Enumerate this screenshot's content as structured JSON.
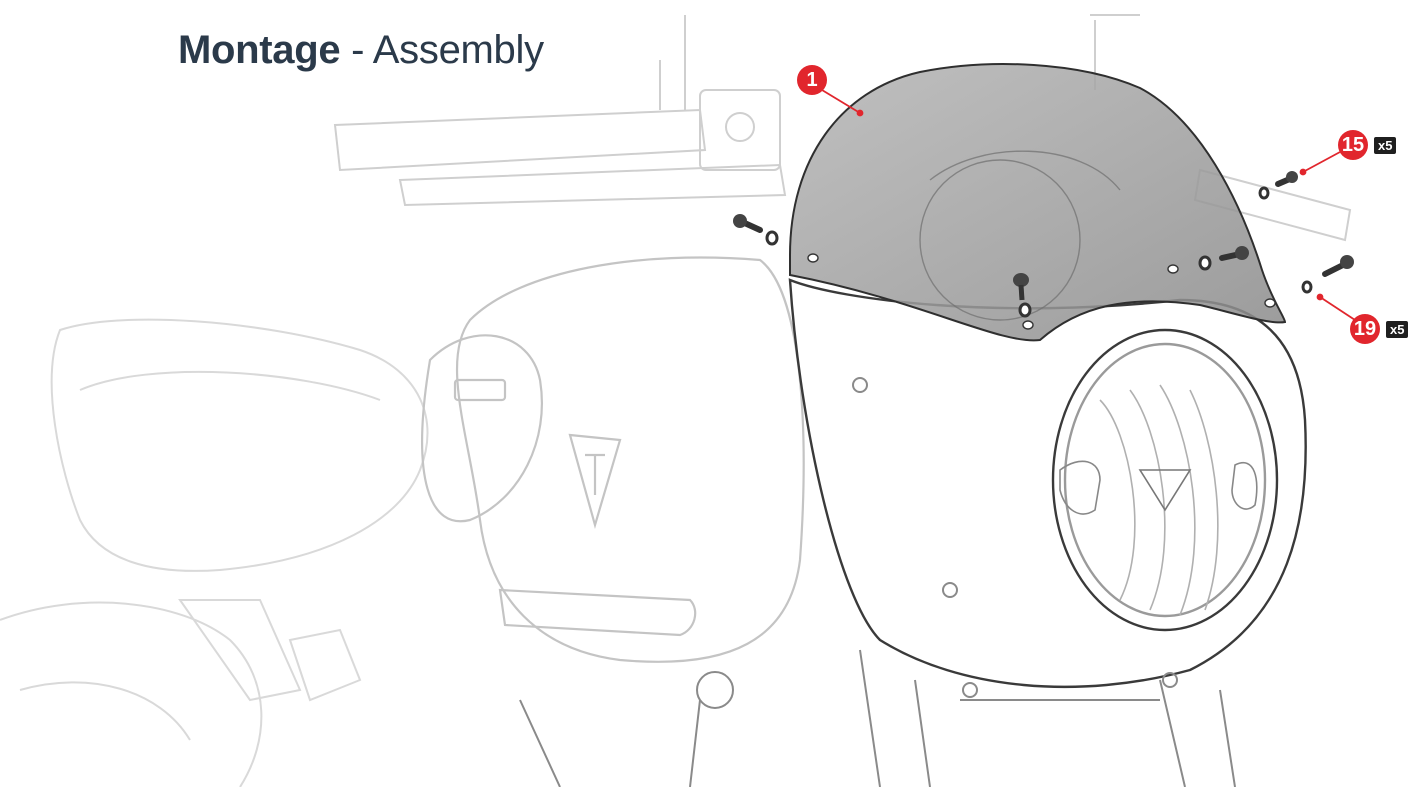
{
  "title": {
    "de": "Montage",
    "separator": " - ",
    "en": "Assembly"
  },
  "callouts": [
    {
      "number": "1",
      "quantity": ""
    },
    {
      "number": "15",
      "quantity": "x5"
    },
    {
      "number": "19",
      "quantity": "x5"
    }
  ],
  "colors": {
    "callout": "#e1262d",
    "quantity_badge": "#1f1f1f",
    "line_art": "#b9b9b9",
    "flyscreen_tint": "#9a9a9a"
  }
}
